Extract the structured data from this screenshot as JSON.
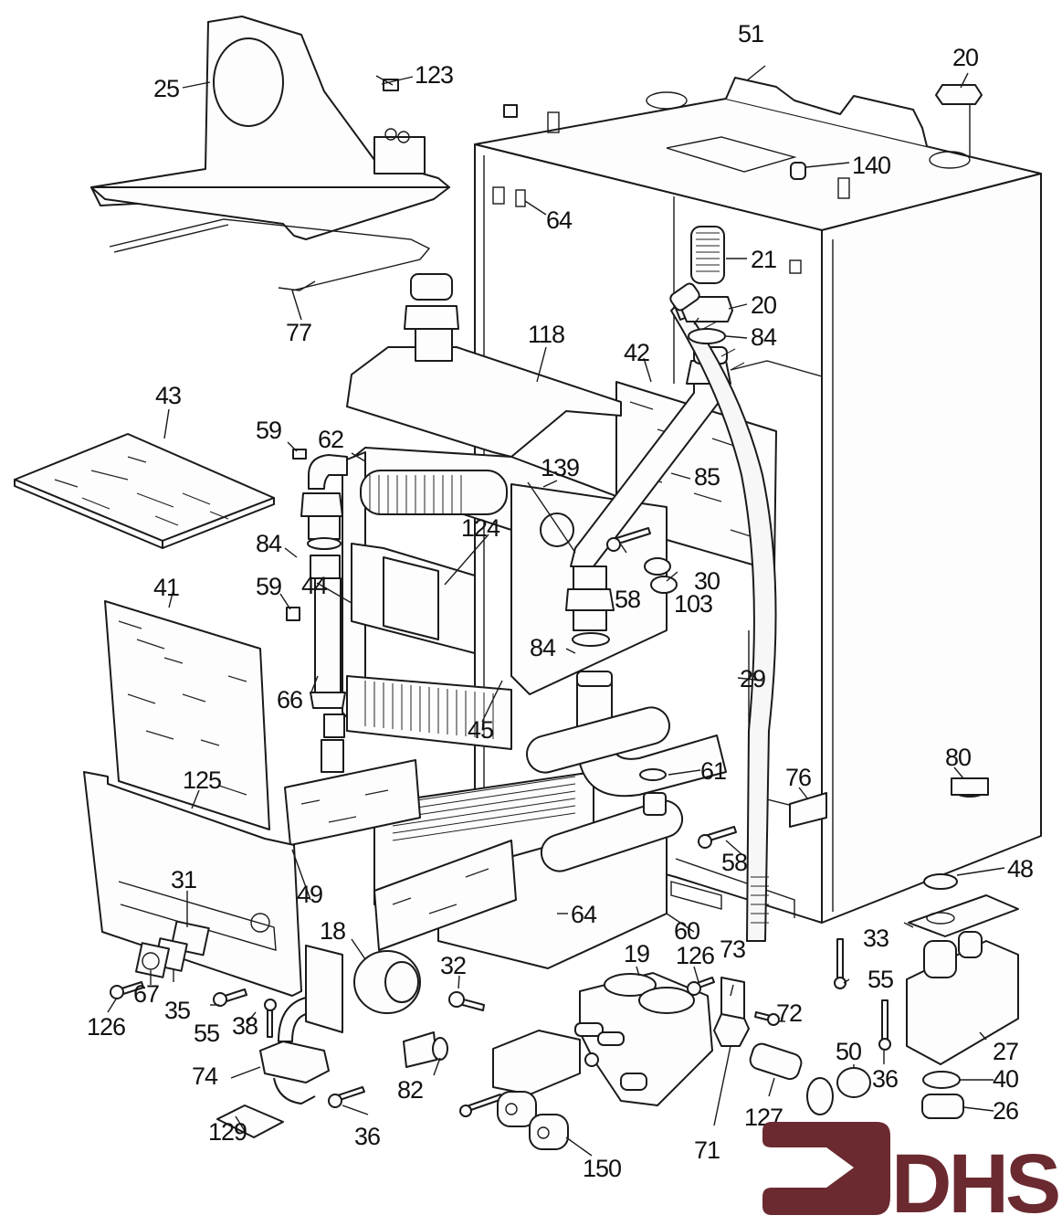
{
  "document": {
    "type": "exploded parts diagram",
    "subject": "boiler assembly",
    "line_color": "#1a1a1a",
    "background": "#ffffff"
  },
  "logo": {
    "text": "DHS",
    "icon": "arrow-right-icon",
    "color": "#6b2a30"
  },
  "labels": [
    {
      "id": "l25",
      "text": "25"
    },
    {
      "id": "l123",
      "text": "123"
    },
    {
      "id": "l51",
      "text": "51"
    },
    {
      "id": "l20a",
      "text": "20"
    },
    {
      "id": "l140",
      "text": "140"
    },
    {
      "id": "l64a",
      "text": "64"
    },
    {
      "id": "l21",
      "text": "21"
    },
    {
      "id": "l20b",
      "text": "20"
    },
    {
      "id": "l84a",
      "text": "84"
    },
    {
      "id": "l77",
      "text": "77"
    },
    {
      "id": "l118",
      "text": "118"
    },
    {
      "id": "l42",
      "text": "42"
    },
    {
      "id": "l43",
      "text": "43"
    },
    {
      "id": "l59a",
      "text": "59"
    },
    {
      "id": "l62",
      "text": "62"
    },
    {
      "id": "l139",
      "text": "139"
    },
    {
      "id": "l85",
      "text": "85"
    },
    {
      "id": "l124",
      "text": "124"
    },
    {
      "id": "l84b",
      "text": "84"
    },
    {
      "id": "l41",
      "text": "41"
    },
    {
      "id": "l59b",
      "text": "59"
    },
    {
      "id": "l44",
      "text": "44"
    },
    {
      "id": "l30",
      "text": "30"
    },
    {
      "id": "l103",
      "text": "103"
    },
    {
      "id": "l58a",
      "text": "58"
    },
    {
      "id": "l84c",
      "text": "84"
    },
    {
      "id": "l66",
      "text": "66"
    },
    {
      "id": "l29",
      "text": "29"
    },
    {
      "id": "l45",
      "text": "45"
    },
    {
      "id": "l80",
      "text": "80"
    },
    {
      "id": "l125",
      "text": "125"
    },
    {
      "id": "l61",
      "text": "61"
    },
    {
      "id": "l76",
      "text": "76"
    },
    {
      "id": "l58b",
      "text": "58"
    },
    {
      "id": "l48",
      "text": "48"
    },
    {
      "id": "l31",
      "text": "31"
    },
    {
      "id": "l49",
      "text": "49"
    },
    {
      "id": "l64b",
      "text": "64"
    },
    {
      "id": "l60",
      "text": "60"
    },
    {
      "id": "l33",
      "text": "33"
    },
    {
      "id": "l18",
      "text": "18"
    },
    {
      "id": "l32",
      "text": "32"
    },
    {
      "id": "l19",
      "text": "19"
    },
    {
      "id": "l126a",
      "text": "126"
    },
    {
      "id": "l73",
      "text": "73"
    },
    {
      "id": "l55a",
      "text": "55"
    },
    {
      "id": "l72",
      "text": "72"
    },
    {
      "id": "l126b",
      "text": "126"
    },
    {
      "id": "l67",
      "text": "67"
    },
    {
      "id": "l35",
      "text": "35"
    },
    {
      "id": "l55b",
      "text": "55"
    },
    {
      "id": "l38",
      "text": "38"
    },
    {
      "id": "l74",
      "text": "74"
    },
    {
      "id": "l82",
      "text": "82"
    },
    {
      "id": "l50",
      "text": "50"
    },
    {
      "id": "l27",
      "text": "27"
    },
    {
      "id": "l36a",
      "text": "36"
    },
    {
      "id": "l40",
      "text": "40"
    },
    {
      "id": "l127",
      "text": "127"
    },
    {
      "id": "l26",
      "text": "26"
    },
    {
      "id": "l36b",
      "text": "36"
    },
    {
      "id": "l71",
      "text": "71"
    },
    {
      "id": "l129",
      "text": "129"
    },
    {
      "id": "l150",
      "text": "150"
    }
  ]
}
